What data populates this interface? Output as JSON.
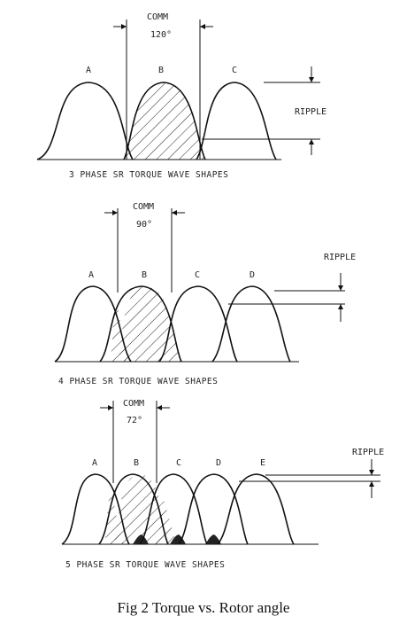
{
  "diagrams": [
    {
      "comm_label": "COMM",
      "comm_angle": "120°",
      "phases": [
        "A",
        "B",
        "C"
      ],
      "ripple_label": "RIPPLE",
      "caption": "3 PHASE SR TORQUE WAVE SHAPES"
    },
    {
      "comm_label": "COMM",
      "comm_angle": "90°",
      "phases": [
        "A",
        "B",
        "C",
        "D"
      ],
      "ripple_label": "RIPPLE",
      "caption": "4 PHASE SR TORQUE WAVE SHAPES"
    },
    {
      "comm_label": "COMM",
      "comm_angle": "72°",
      "phases": [
        "A",
        "B",
        "C",
        "D",
        "E"
      ],
      "ripple_label": "RIPPLE",
      "caption": "5 PHASE SR TORQUE WAVE SHAPES"
    }
  ],
  "figure_caption": "Fig 2 Torque vs. Rotor angle"
}
